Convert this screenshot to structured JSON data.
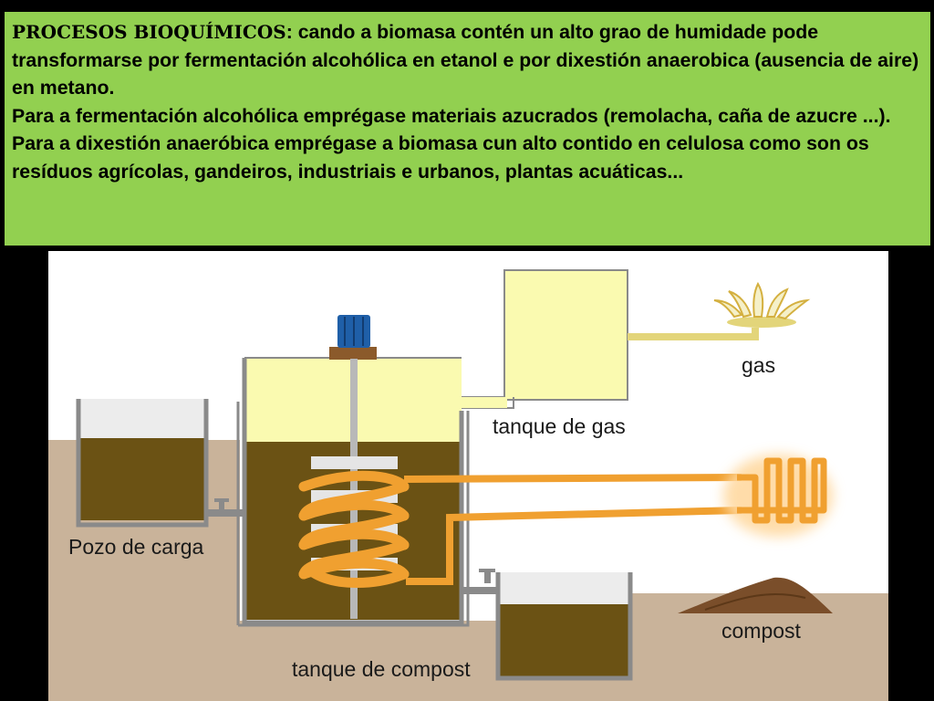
{
  "text": {
    "heading": "PROCESOS BIOQUÍMICOS",
    "intro": ": cando a biomasa contén un alto grao de humidade pode transformarse por fermentación alcohólica en etanol e por dixestión anaerobica (ausencia de aire) en metano.",
    "paragraph_2": "Para a fermentación alcohólica emprégase materiais azucrados (remolacha, caña de azucre ...).",
    "paragraph_3": "Para a dixestión anaeróbica emprégase a biomasa cun alto contido en celulosa como son os resíduos agrícolas, gandeiros, industriais e urbanos, plantas acuáticas..."
  },
  "diagram": {
    "labels": {
      "gas": "gas",
      "gas_tank": "tanque de gas",
      "loading_well": "Pozo de carga",
      "compost": "compost",
      "compost_tank": "tanque de compost"
    },
    "colors": {
      "text_background": "#92d050",
      "ground": "#c9b39a",
      "sky": "#ffffff",
      "gas_space": "#fafab0",
      "slurry": "#6b5214",
      "pipe": "#f0a030",
      "motor": "#1f5fa8",
      "wall": "#8a8a8a"
    }
  }
}
